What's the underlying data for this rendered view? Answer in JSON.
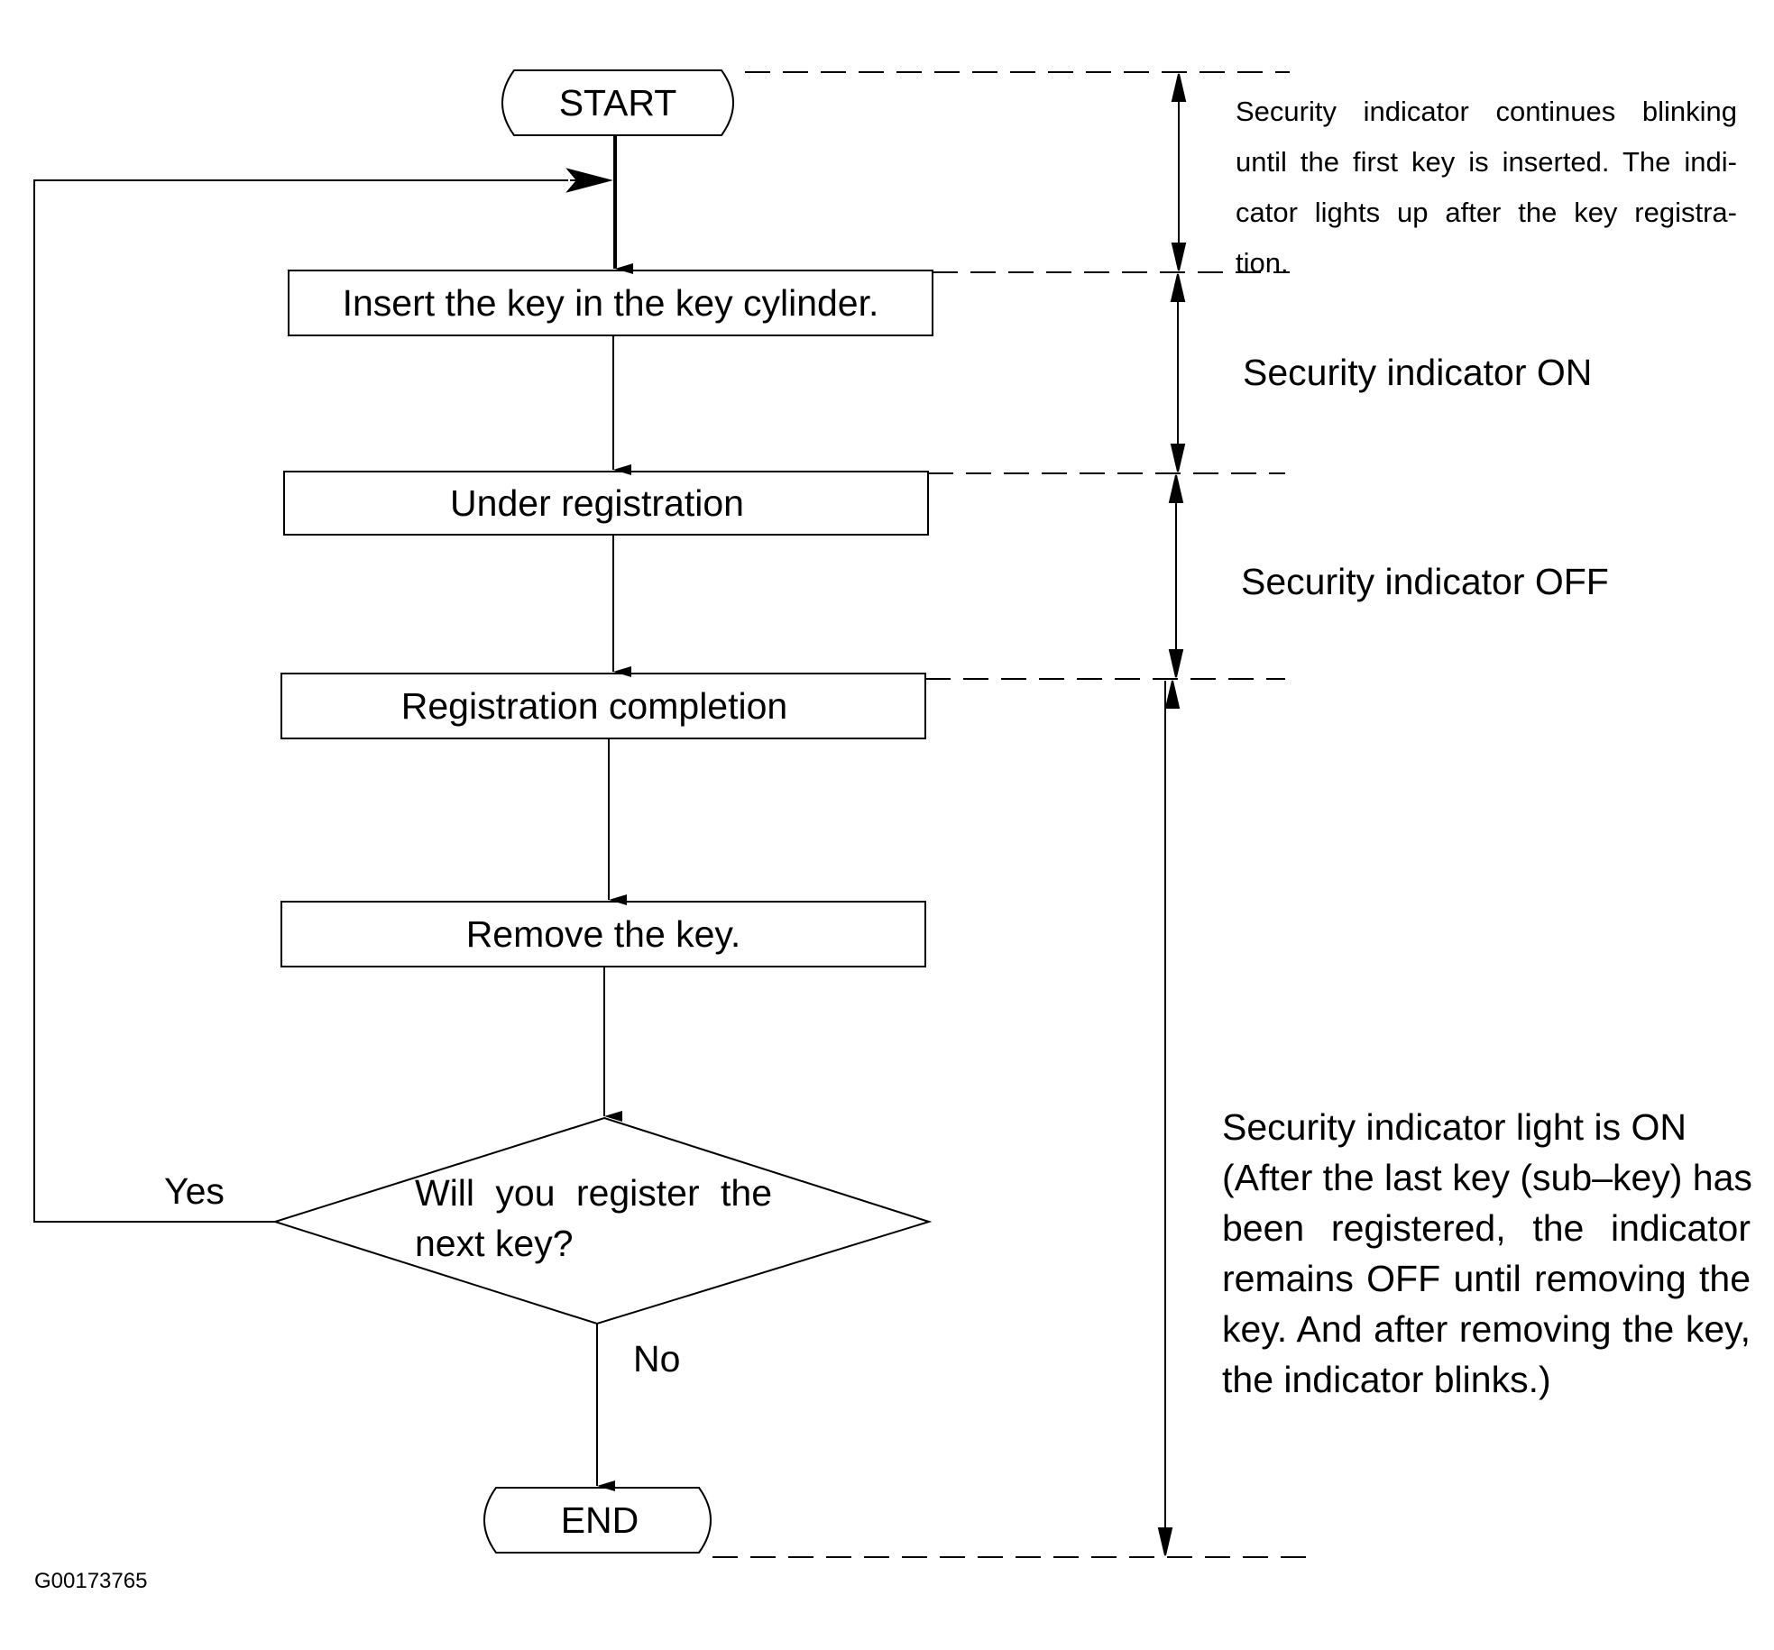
{
  "flowchart": {
    "start": "START",
    "end": "END",
    "steps": [
      "Insert the key in the key cylinder.",
      "Under registration",
      "Registration completion",
      "Remove the key."
    ],
    "decision": {
      "line1": "Will you register the",
      "line2": "next key?",
      "yes": "Yes",
      "no": "No"
    }
  },
  "notes": {
    "blinking": {
      "line1": "Security indicator continues blinking",
      "line2": "until the first key is inserted. The indi-",
      "line3": "cator lights up after the key registra-",
      "line4": "tion."
    },
    "on": "Security indicator ON",
    "off": "Security indicator OFF",
    "light_on": {
      "line1": "Security indicator light is ON",
      "line2": "(After the last key (sub–key) has",
      "line3": "been registered, the indicator",
      "line4": "remains OFF until removing the",
      "line5": "key. And after removing the key,",
      "line6": "the indicator blinks.)"
    }
  },
  "figure_id": "G00173765"
}
